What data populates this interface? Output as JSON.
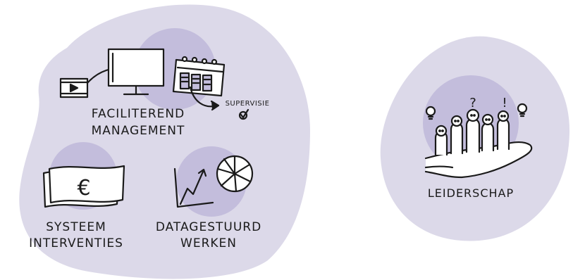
{
  "colors": {
    "blob": "#dcd9e9",
    "circle": "#c3bddc",
    "ink": "#1a1a1a",
    "paper": "#ffffff"
  },
  "labels": {
    "faciliterend_line1": "FACILITEREND",
    "faciliterend_line2": "MANAGEMENT",
    "supervisie": "SUPERVISIE",
    "systeem_line1": "SYSTEEM",
    "systeem_line2": "INTERVENTIES",
    "datagestuurd_line1": "DATAGESTUURD",
    "datagestuurd_line2": "WERKEN",
    "leiderschap": "LEIDERSCHAP",
    "currency_symbol": "€",
    "question_mark": "?",
    "exclamation_mark": "!"
  },
  "icons": [
    "video-film-icon",
    "computer-monitor-icon",
    "calendar-planner-icon",
    "checkmark-icon",
    "banknote-euro-icon",
    "growth-line-chart-icon",
    "pie-chart-icon",
    "lightbulb-icon",
    "people-group-icon",
    "open-hand-icon"
  ]
}
